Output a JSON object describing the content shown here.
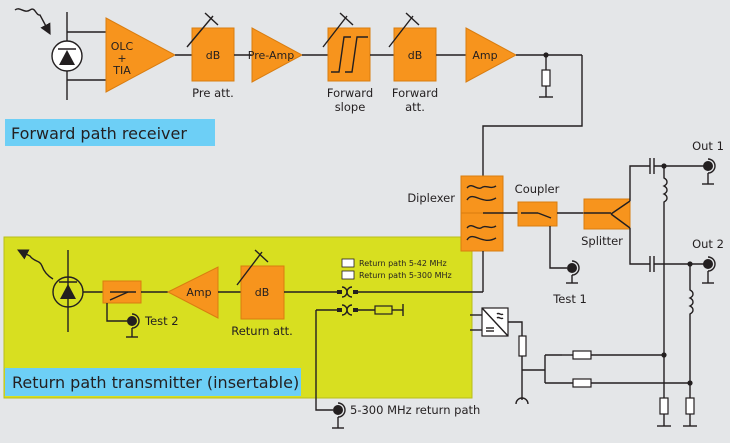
{
  "colors": {
    "background": "#e4e6e8",
    "component": "#f7941d",
    "return_module": "#d8df20",
    "title_bar": "#6dcff6",
    "line": "#231f20"
  },
  "forward": {
    "title": "Forward path receiver",
    "olc_tia": [
      "OLC",
      "+",
      "TIA"
    ],
    "pre_att_box": "dB",
    "pre_att_label": "Pre att.",
    "preamp": "Pre-Amp",
    "slope_label": [
      "Forward",
      "slope"
    ],
    "fwd_att_box": "dB",
    "fwd_att_label": [
      "Forward",
      "att."
    ],
    "amp": "Amp"
  },
  "middle": {
    "diplexer": "Diplexer",
    "coupler": "Coupler",
    "splitter": "Splitter",
    "test1": "Test 1",
    "out1": "Out 1",
    "out2": "Out 2"
  },
  "return": {
    "title": "Return path transmitter (insertable)",
    "amp": "Amp",
    "att_box": "dB",
    "att_label": "Return att.",
    "test2": "Test 2",
    "legend_1": "Return path 5-42 MHz",
    "legend_2": "Return path 5-300 MHz",
    "return_port": "5-300 MHz return path"
  }
}
